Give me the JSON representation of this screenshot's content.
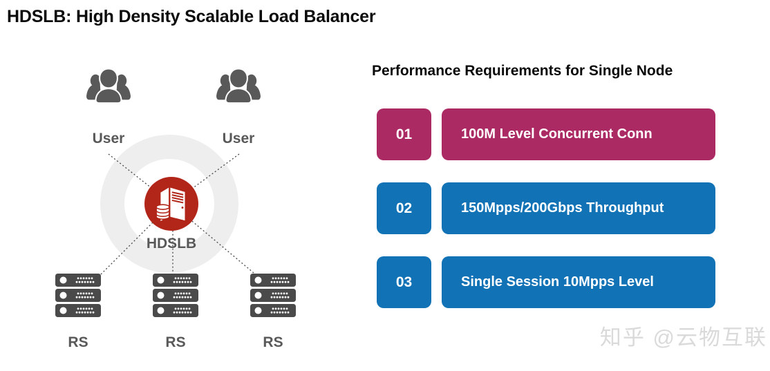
{
  "title": "HDSLB: High Density Scalable Load Balancer",
  "diagram": {
    "users": [
      {
        "label": "User"
      },
      {
        "label": "User"
      }
    ],
    "center": {
      "label": "HDSLB"
    },
    "rs_nodes": [
      {
        "label": "RS"
      },
      {
        "label": "RS"
      },
      {
        "label": "RS"
      }
    ]
  },
  "panel": {
    "heading": "Performance Requirements for Single Node",
    "items": [
      {
        "number": "01",
        "text": "100M Level Concurrent Conn",
        "color": "#ab2a64"
      },
      {
        "number": "02",
        "text": "150Mpps/200Gbps Throughput",
        "color": "#1272b6"
      },
      {
        "number": "03",
        "text": "Single Session 10Mpps Level",
        "color": "#1272b6"
      }
    ]
  },
  "watermark": "知乎 @云物互联",
  "icons": {
    "user_node": "users-icon",
    "center_node": "server-database-icon",
    "rs_node": "server-rack-icon"
  },
  "colors": {
    "accent_magenta": "#ab2a64",
    "accent_blue": "#1272b6",
    "hdslb_red": "#b2261a",
    "icon_gray": "#595959",
    "ring_gray": "#eeeeee"
  }
}
